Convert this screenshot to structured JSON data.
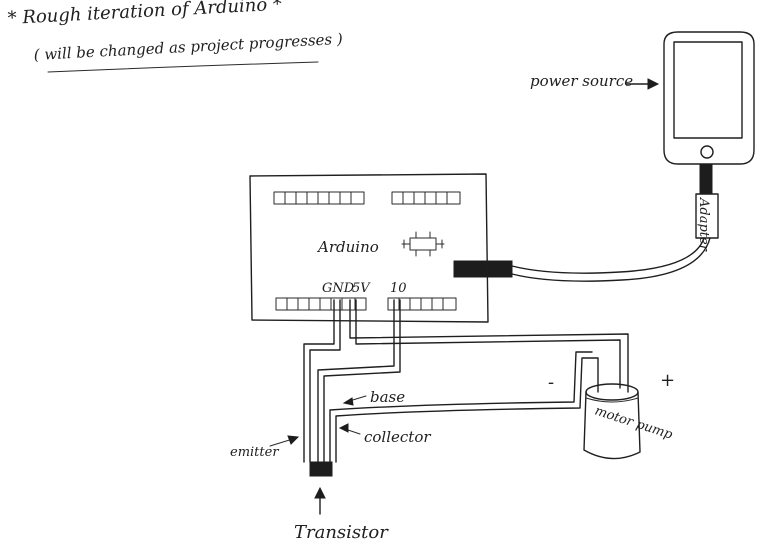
{
  "notes": {
    "title": "* Rough iteration of Arduino *",
    "subtitle": "( will be changed as project progresses )"
  },
  "labels": {
    "power_source": "power source",
    "adapter": "Adapter",
    "arduino": "Arduino",
    "gnd": "GND",
    "five_v": "5V",
    "pin": "10",
    "base": "base",
    "emitter": "emitter",
    "collector": "collector",
    "transistor": "Transistor",
    "motor_pump": "motor pump",
    "minus": "-",
    "plus": "+"
  },
  "colors": {
    "ink": "#1f1f1f",
    "paper": "#ffffff"
  }
}
